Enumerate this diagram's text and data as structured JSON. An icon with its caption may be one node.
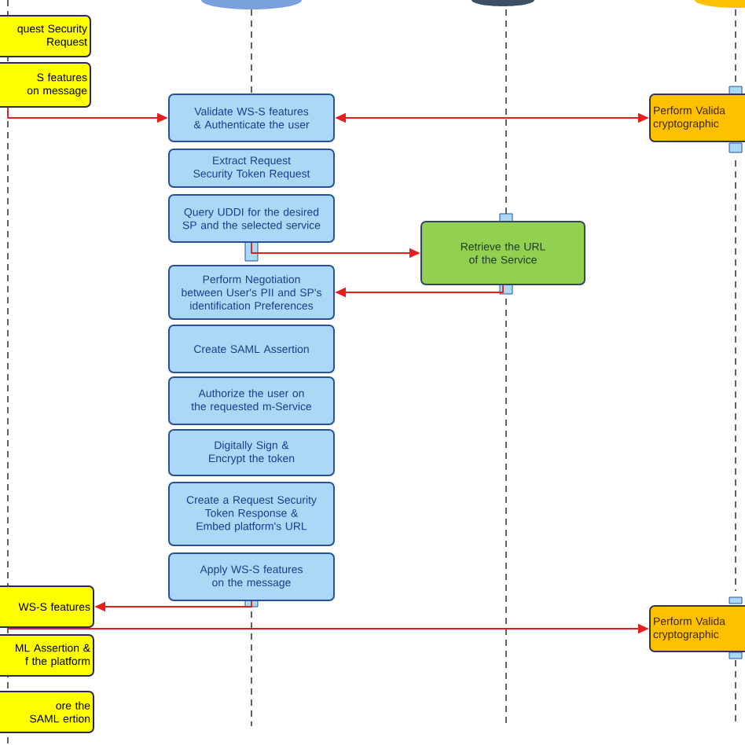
{
  "diagram": {
    "nodes": [
      {
        "text": [
          "quest Security Request"
        ]
      },
      {
        "text": [
          "S features on message"
        ]
      },
      {
        "text": [
          "Validate WS-S features & Authenticate the user"
        ]
      },
      {
        "text": [
          "Perform Valida cryptographic"
        ]
      },
      {
        "text": [
          "Extract Request Security Token Request"
        ]
      },
      {
        "text": [
          "Query UDDI for the desired SP and the selected service"
        ]
      },
      {
        "text": [
          "Retrieve the URL of the Service"
        ]
      },
      {
        "text": [
          "Perform Negotiation between User's PII and SP's identification Preferences"
        ]
      },
      {
        "text": [
          "Create SAML Assertion"
        ]
      },
      {
        "text": [
          "Authorize the user on the requested m-Service"
        ]
      },
      {
        "text": [
          "Digitally Sign & Encrypt the token"
        ]
      },
      {
        "text": [
          "Create a Request Security Token Response & Embed platform's URL"
        ]
      },
      {
        "text": [
          "Apply WS-S features on the message"
        ]
      },
      {
        "text": [
          "WS-S features"
        ]
      },
      {
        "text": [
          "Perform Valida cryptographic"
        ]
      },
      {
        "text": [
          "ML Assertion & f the platform"
        ]
      },
      {
        "text": [
          "ore the SAML ertion"
        ]
      }
    ],
    "edges": [
      {
        "from": 1,
        "to": 2,
        "arrow": "to"
      },
      {
        "from": 2,
        "to": 3,
        "arrow": "both"
      },
      {
        "from": 5,
        "to": 6,
        "arrow": "to"
      },
      {
        "from": 6,
        "to": 7,
        "arrow": "to"
      },
      {
        "from": 12,
        "to": 13,
        "arrow": "to"
      },
      {
        "from": 13,
        "to": 14,
        "arrow": "to"
      }
    ]
  }
}
